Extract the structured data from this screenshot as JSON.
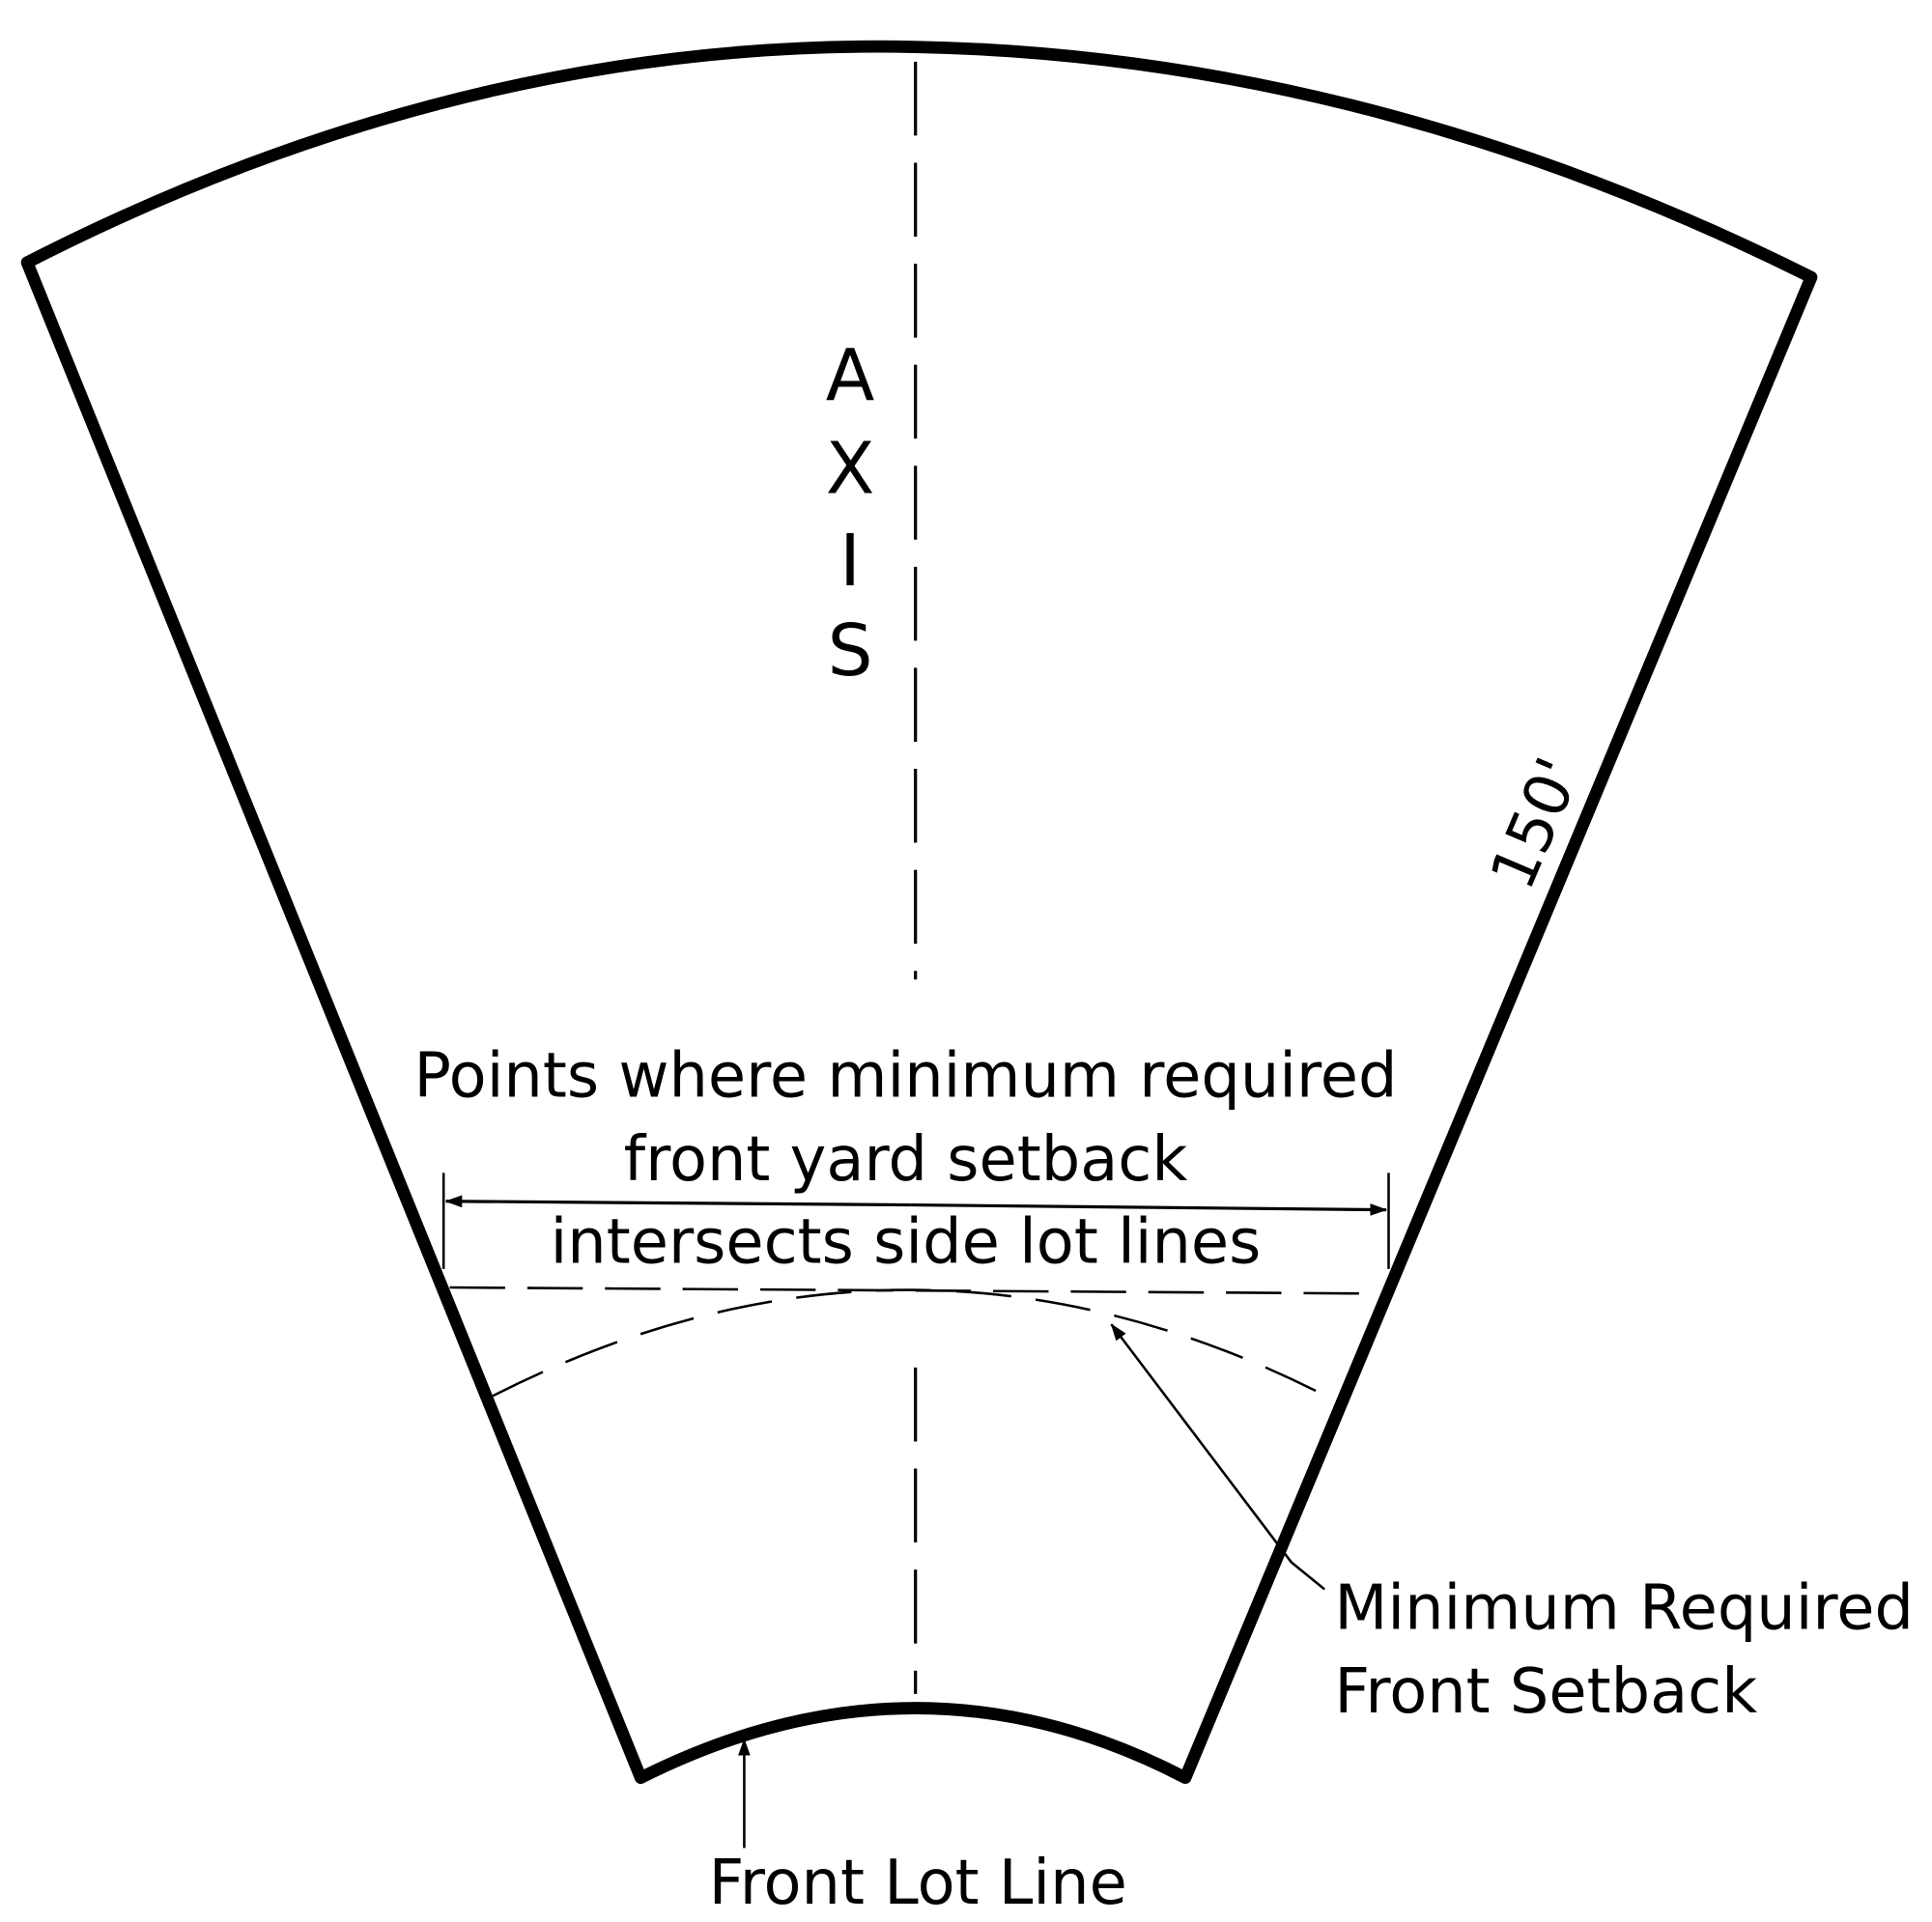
{
  "axis_label": [
    "A",
    "X",
    "I",
    "S"
  ],
  "side_dimension": "150'",
  "intersection_note": [
    "Points where minimum required",
    "front yard setback",
    "intersects side lot lines"
  ],
  "setback_label": [
    "Minimum Required",
    "Front Setback"
  ],
  "front_lot_line_label": "Front Lot Line"
}
